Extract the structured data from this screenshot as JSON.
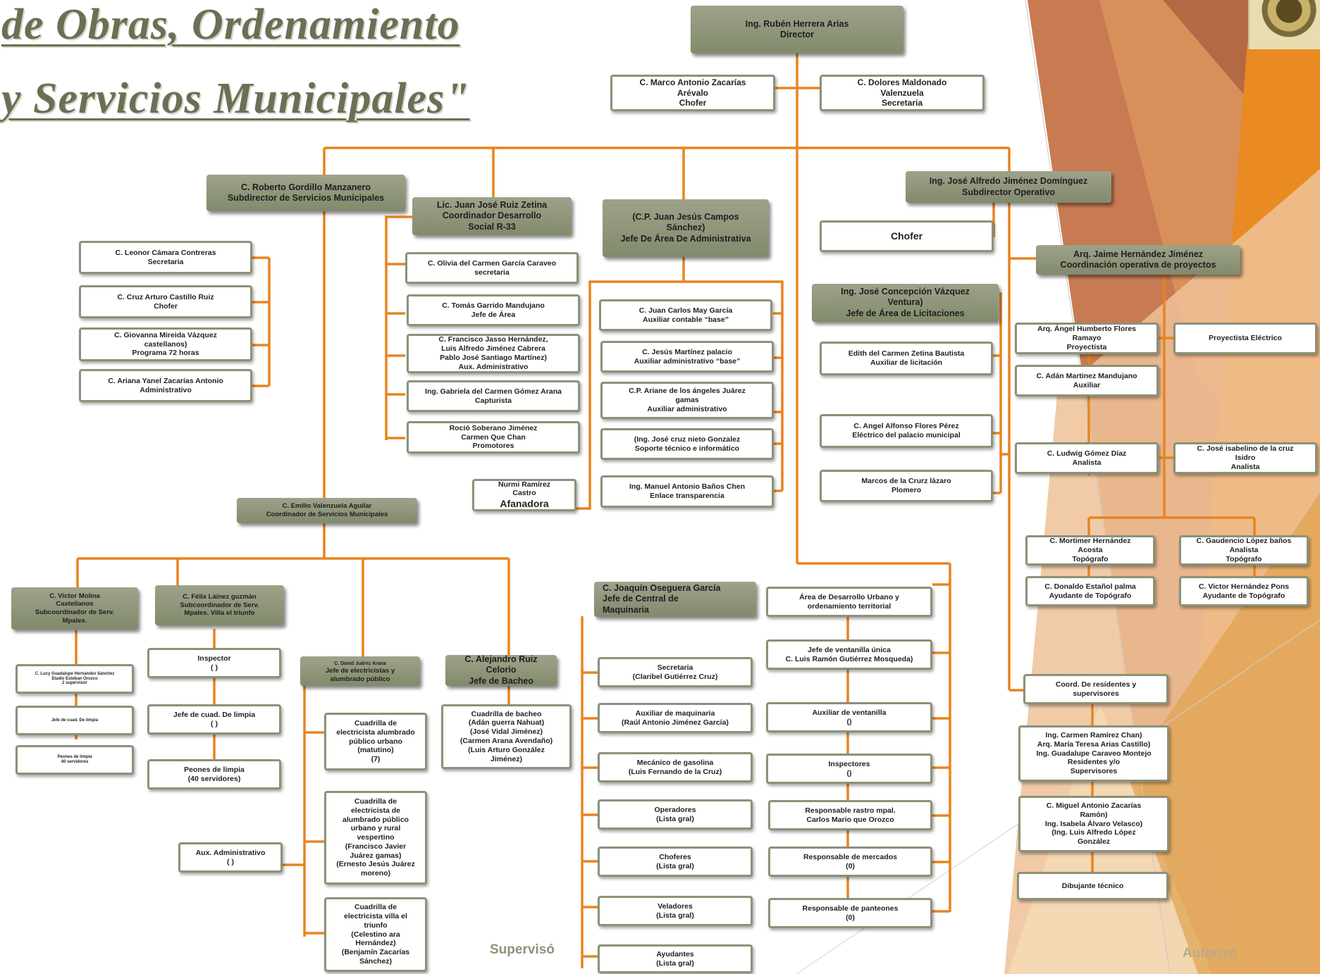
{
  "title": {
    "line1": "de Obras, Ordenamiento",
    "line2": "y Servicios Municipales\""
  },
  "director": {
    "name": "Ing. Rubén Herrera Arias",
    "role": "Director"
  },
  "chofer_dir": "C. Marco Antonio Zacarías\nArévalo\nChofer",
  "secretaria_dir": "C. Dolores Maldonado\nValenzuela\nSecretaria",
  "sub_servicios": "C. Roberto Gordillo Manzanero\nSubdirector de Servicios Municipales",
  "servicios_staff": [
    "C. Leonor Cámara Contreras\nSecretaria",
    "C. Cruz Arturo Castillo Ruiz\nChofer",
    "C. Giovanna Mireida Vázquez\ncastellanos)\nPrograma 72 horas",
    "C. Ariana Yanel Zacarías Antonio\nAdministrativo"
  ],
  "coord_desarrollo": "Lic. Juan José Ruiz Zetina\nCoordinador Desarrollo\nSocial R-33",
  "desarrollo_staff": [
    "C. Olivia del Carmen García Caraveo\nsecretaria",
    "C. Tomás Garrido Mandujano\nJefe de Área",
    "C. Francisco Jasso Hernández,\nLuis Alfredo Jiménez Cabrera\nPablo José Santiago Martínez)\nAux. Administrativo",
    "Ing. Gabriela del Carmen Gómez Arana\nCapturista",
    "Roció Soberano Jiménez\nCarmen Que Chan\nPromotores"
  ],
  "jefe_admin": "(C.P. Juan Jesús Campos\nSánchez)\nJefe De Área De Administrativa",
  "admin_staff": [
    "C. Juan Carlos May García\nAuxiliar contable “base”",
    "C. Jesús Martínez palacio\nAuxiliar administrativo “base”",
    "C.P. Ariane de los ángeles Juárez\ngamas\nAuxiliar administrativo",
    "(Ing. José cruz nieto Gonzalez\nSoporte técnico e informático",
    "Ing. Manuel Antonio Baños Chen\nEnlace transparencia"
  ],
  "afanadora": {
    "name": "Nurmi Ramírez\nCastro",
    "role": "Afanadora"
  },
  "sub_operativo": "Ing. José Alfredo Jiménez Domínguez\nSubdirector Operativo",
  "chofer_op": "Chofer",
  "jefe_licitaciones": "Ing. José Concepción Vázquez\nVentura)\nJefe de Área de Licitaciones",
  "licitaciones_staff": [
    "Edith del Carmen Zetina Bautista\nAuxiliar de licitación",
    "C. Angel Alfonso Flores Pérez\nEléctrico del palacio municipal",
    "Marcos de la Crurz lázaro\nPlomero"
  ],
  "coord_proyectos": "Arq. Jaime Hernández Jiménez\nCoordinación operativa de proyectos",
  "proyectos_left": [
    "Arq. Ángel Humberto Flores\nRamayo\nProyectista",
    "C. Adán Martinez Mandujano\nAuxiliar",
    "C. Ludwig Gómez Díaz\nAnalista"
  ],
  "proyectista_electrico": "Proyectista Eléctrico",
  "analista_isidro": "C. José isabelino de la cruz\nIsidro\nAnalista",
  "topografos": [
    "C. Mortimer Hernández\nAcosta\nTopógrafo",
    "C. Donaldo Estañol palma\nAyudante de Topógrafo",
    "C. Gaudencio López baños\nAnalista\nTopógrafo",
    "C. Victor Hernández Pons\nAyudante de Topógrafo"
  ],
  "residentes": [
    "Coord. De residentes y\nsupervisores",
    "Ing. Carmen Ramírez Chan)\nArq. María Teresa Arias Castillo)\nIng. Guadalupe Caraveo Montejo\nResidentes y/o\nSupervisores",
    "C. Miguel Antonio Zacarías\nRamón)\nIng. Isabela Álvaro Velasco)\n(Ing. Luis Alfredo López\nGonzález",
    "Dibujante técnico"
  ],
  "coord_servicios": "C. Emilio Valenzuela Aguilar\nCoordinador de Servicios Municipales",
  "subcoord_molina": "C. Victor Molina\nCastellanos\nSubcoordinador de Serv.\nMpales.",
  "molina_staff": [
    "C. Lucy Guadalupe Hernández Sánchez\nEladio Esteban Orozco\n2 supervisor",
    "Jefe de cuad. De limpia",
    "Peones de limpia\n40 servidores"
  ],
  "subcoord_lainez": "C. Félix Láinez guzmán\nSubcoordinador de Serv.\nMpales. Villa el triunfo",
  "lainez_staff": [
    "Inspector\n( )",
    "Jefe de cuad. De limpia\n( )",
    "Peones de limpia\n(40 servidores)"
  ],
  "jefe_electricistas": {
    "name": "C. David Juárez Arana",
    "role": "Jefe de electricistas y\nalumbrado público"
  },
  "electricistas_staff": [
    "Cuadrilla de\nelectricista alumbrado\npúblico urbano\n(matutino)\n(7)",
    "Cuadrilla de\nelectricista de\nalumbrado público\nurbano y rural\nvespertino\n(Francisco Javier\nJuárez gamas)\n(Ernesto Jesús Juárez\nmoreno)",
    "Cuadrilla de\nelectricista villa el\ntriunfo\n(Celestino ara\nHernández)\n(Benjamín Zacarías\nSánchez)"
  ],
  "aux_admin": "Aux. Administrativo\n( )",
  "jefe_bacheo": "C. Alejandro Ruiz Celorio\nJefe de Bacheo",
  "bacheo_staff": "Cuadrilla de bacheo\n(Adán guerra Nahuat)\n(José Vidal Jiménez)\n(Carmen Arana Avendaño)\n(Luis Arturo González\nJiménez)",
  "jefe_maquinaria": "C. Joaquín Oseguera García\nJefe de Central de\nMaquinaria",
  "maquinaria_staff": [
    "Secretaria\n(Claribel Gutiérrez Cruz)",
    "Auxiliar de maquinaria\n(Raúl Antonio Jiménez García)",
    "Mecánico de gasolina\n(Luis Fernando de la Cruz)",
    "Operadores\n(Lista gral)",
    "Choferes\n(Lista gral)",
    "Veladores\n(Lista gral)",
    "Ayudantes\n(Lista gral)"
  ],
  "desarrollo_urbano": [
    "Área  de Desarrollo Urbano y\nordenamiento territorial",
    "Jefe de ventanilla única\nC. Luis Ramón Gutiérrez Mosqueda)",
    "Auxiliar de ventanilla\n()",
    "Inspectores\n()",
    "Responsable rastro mpal.\nCarlos Mario que Orozco",
    "Responsable de mercados\n(0)",
    "Responsable de panteones\n(0)"
  ],
  "signatures": {
    "supervised": "Supervisó",
    "authorized": "Autorizó"
  },
  "colors": {
    "connector": "#e8841f",
    "header_fill": "#8f9679",
    "border": "#8c9178",
    "title": "#6b6f56"
  }
}
